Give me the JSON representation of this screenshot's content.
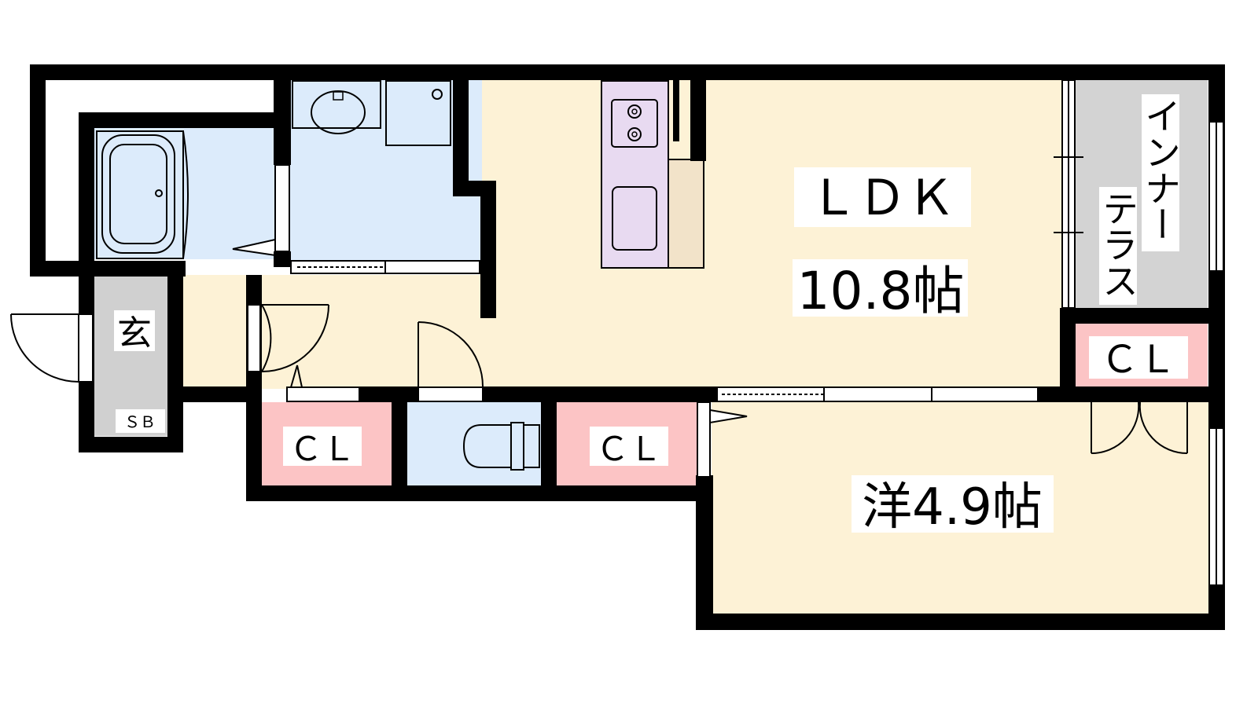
{
  "rooms": {
    "ldk_name": "ＬＤＫ",
    "ldk_size": "10.8帖",
    "western_room": "洋4.9帖",
    "entrance": "玄",
    "shoe_box": "ＳＢ",
    "inner_terrace_line1": "インナー",
    "inner_terrace_line2": "テラス",
    "closet_left": "ＣＬ",
    "closet_middle": "ＣＬ",
    "closet_right": "ＣＬ"
  },
  "colors": {
    "wall": "#000000",
    "living_floor": "#fdf2d6",
    "wet_area": "#dcebfb",
    "closet": "#fcc4c5",
    "entrance_floor": "#d0d0d0",
    "kitchen": "#e8daf1",
    "counter": "#f2e3c9",
    "terrace": "#d3d3d3"
  },
  "icons": {
    "stove": "gas-stove-icon",
    "sink": "kitchen-sink-icon",
    "bathtub": "bathtub-icon",
    "washbasin": "washbasin-icon",
    "washer": "washing-machine-icon",
    "toilet": "toilet-icon"
  }
}
